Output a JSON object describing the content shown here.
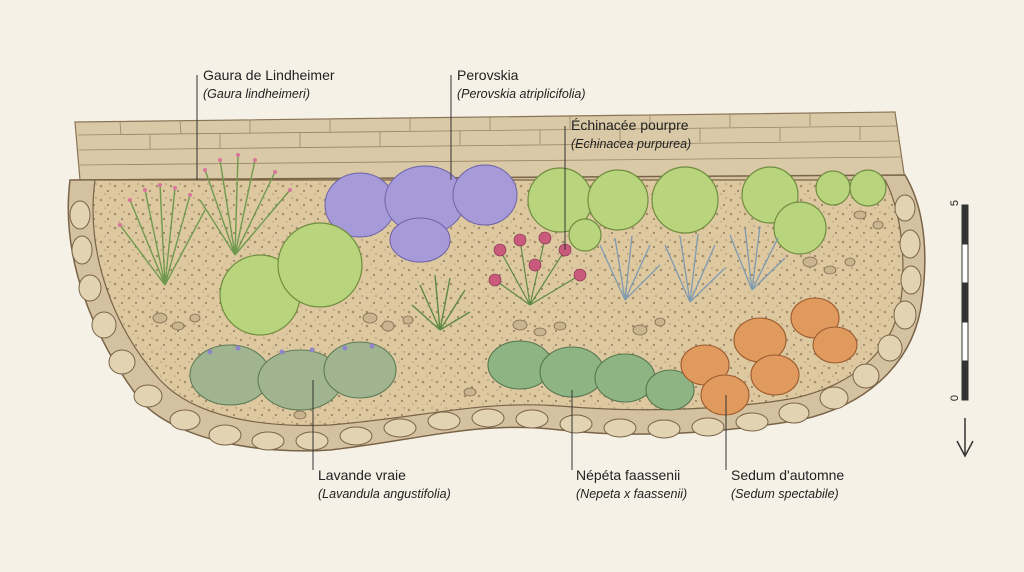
{
  "labels": {
    "gaura": {
      "common": "Gaura de Lindheimer",
      "latin": "(Gaura lindheimeri)"
    },
    "perovskia": {
      "common": "Perovskia",
      "latin": "(Perovskia atriplicifolia)"
    },
    "echinacea": {
      "common": "Échinacée pourpre",
      "latin": "(Echinacea purpurea)"
    },
    "lavandula": {
      "common": "Lavande vraie",
      "latin": "(Lavandula angustifolia)"
    },
    "nepeta": {
      "common": "Népéta faassenii",
      "latin": "(Nepeta x faassenii)"
    },
    "sedum": {
      "common": "Sedum d'automne",
      "latin": "(Sedum spectabile)"
    }
  },
  "scale": {
    "top": "5",
    "bottom": "0"
  },
  "icons": {
    "north_arrow": "down-arrow-icon"
  },
  "colors": {
    "paper": "#f6f1e6",
    "stone_wall": "#d8c7a3",
    "gravel": "#ddc8a0",
    "boxwood": "#b5d27a",
    "lavender": "#9f93d6",
    "grass_green": "#8fb36c",
    "coneflower": "#c9577a",
    "nepeta_green": "#8fb484",
    "sedum": "#e0925a"
  }
}
